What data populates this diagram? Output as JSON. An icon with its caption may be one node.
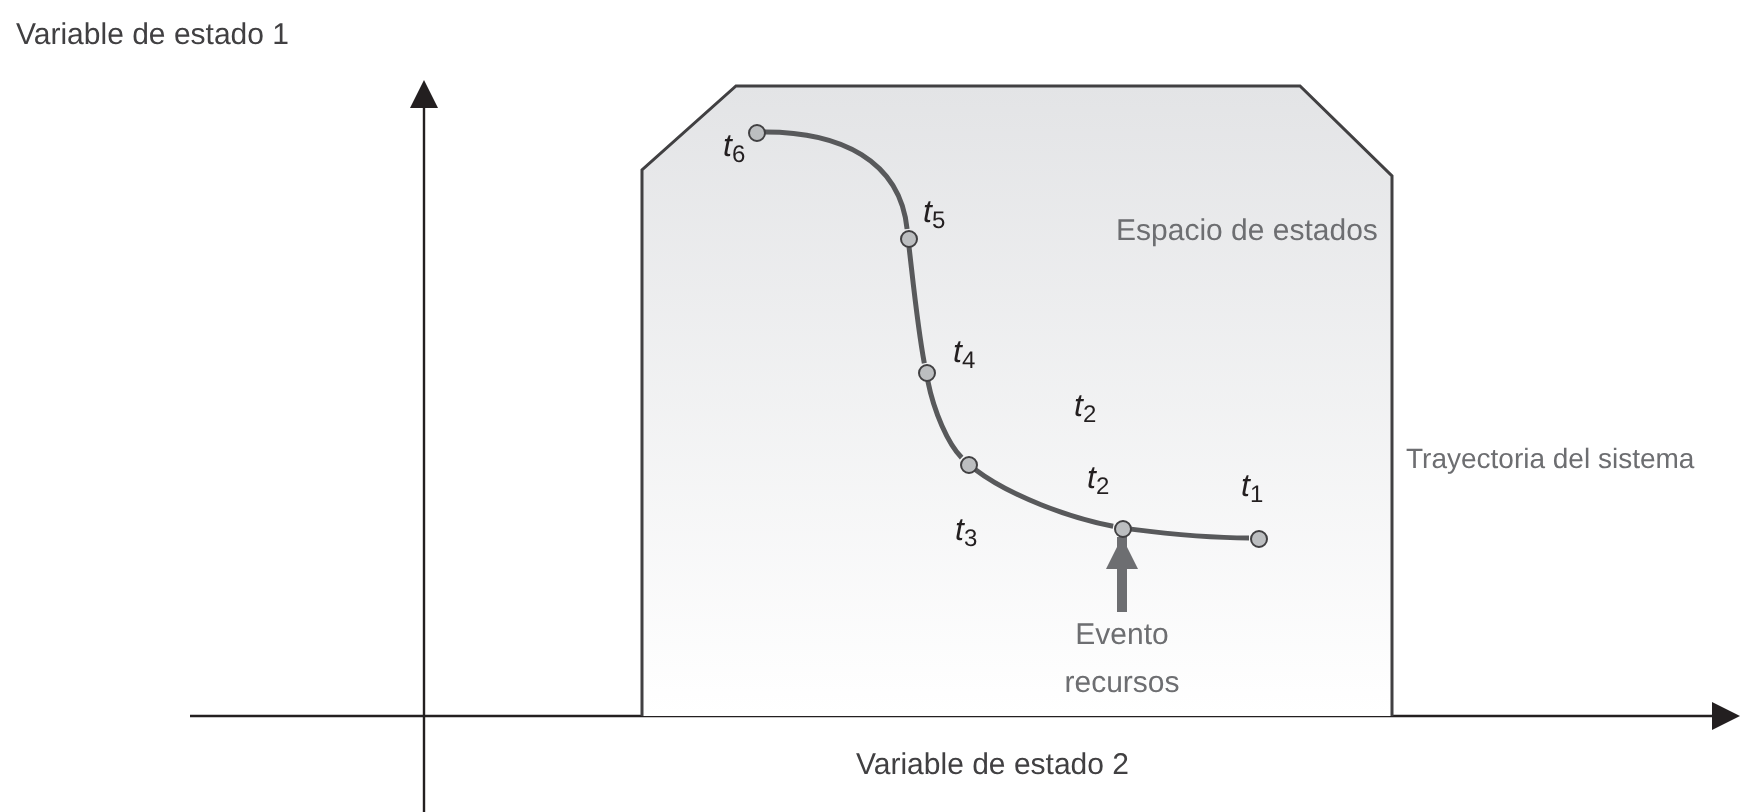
{
  "diagram": {
    "nodes": [
      {
        "text": [
          "Espacio de estados"
        ]
      },
      {
        "text": [
          "Evento recursos"
        ],
        "in": 0
      },
      {
        "text": [],
        "shape": "circle",
        "in": 0,
        "beside": [
          "*t*$_{6}$"
        ]
      },
      {
        "text": [],
        "shape": "circle",
        "in": 0,
        "beside": [
          "*t*$_{5}$"
        ]
      },
      {
        "text": [],
        "shape": "circle",
        "in": 0,
        "beside": [
          "*t*$_{4}$"
        ]
      },
      {
        "text": [],
        "shape": "circle",
        "in": 0,
        "beside": [
          "*t*$_{3}$"
        ]
      },
      {
        "text": [],
        "shape": "circle",
        "in": 0,
        "beside": [
          "*t*$_{2}$"
        ]
      },
      {
        "text": [],
        "shape": "circle",
        "in": 0,
        "beside": [
          "*t*$_{1}$"
        ]
      }
    ],
    "edges": [
      {
        "from": 2,
        "to": 3,
        "arrow": "none"
      },
      {
        "from": 3,
        "to": 4,
        "arrow": "none"
      },
      {
        "from": 4,
        "to": 5,
        "arrow": "none"
      },
      {
        "from": 5,
        "to": 6,
        "arrow": "none"
      },
      {
        "from": 6,
        "to": 7,
        "arrow": "none"
      },
      {
        "from": 1,
        "to": 6,
        "arrow": "to",
        "style": "thick",
        "color": "#6d6e71"
      }
    ],
    "labels": [
      "Variable de estado 1",
      "*t*$_{2}$",
      "Trayectoria del sistema",
      "Variable de estado 2"
    ]
  }
}
